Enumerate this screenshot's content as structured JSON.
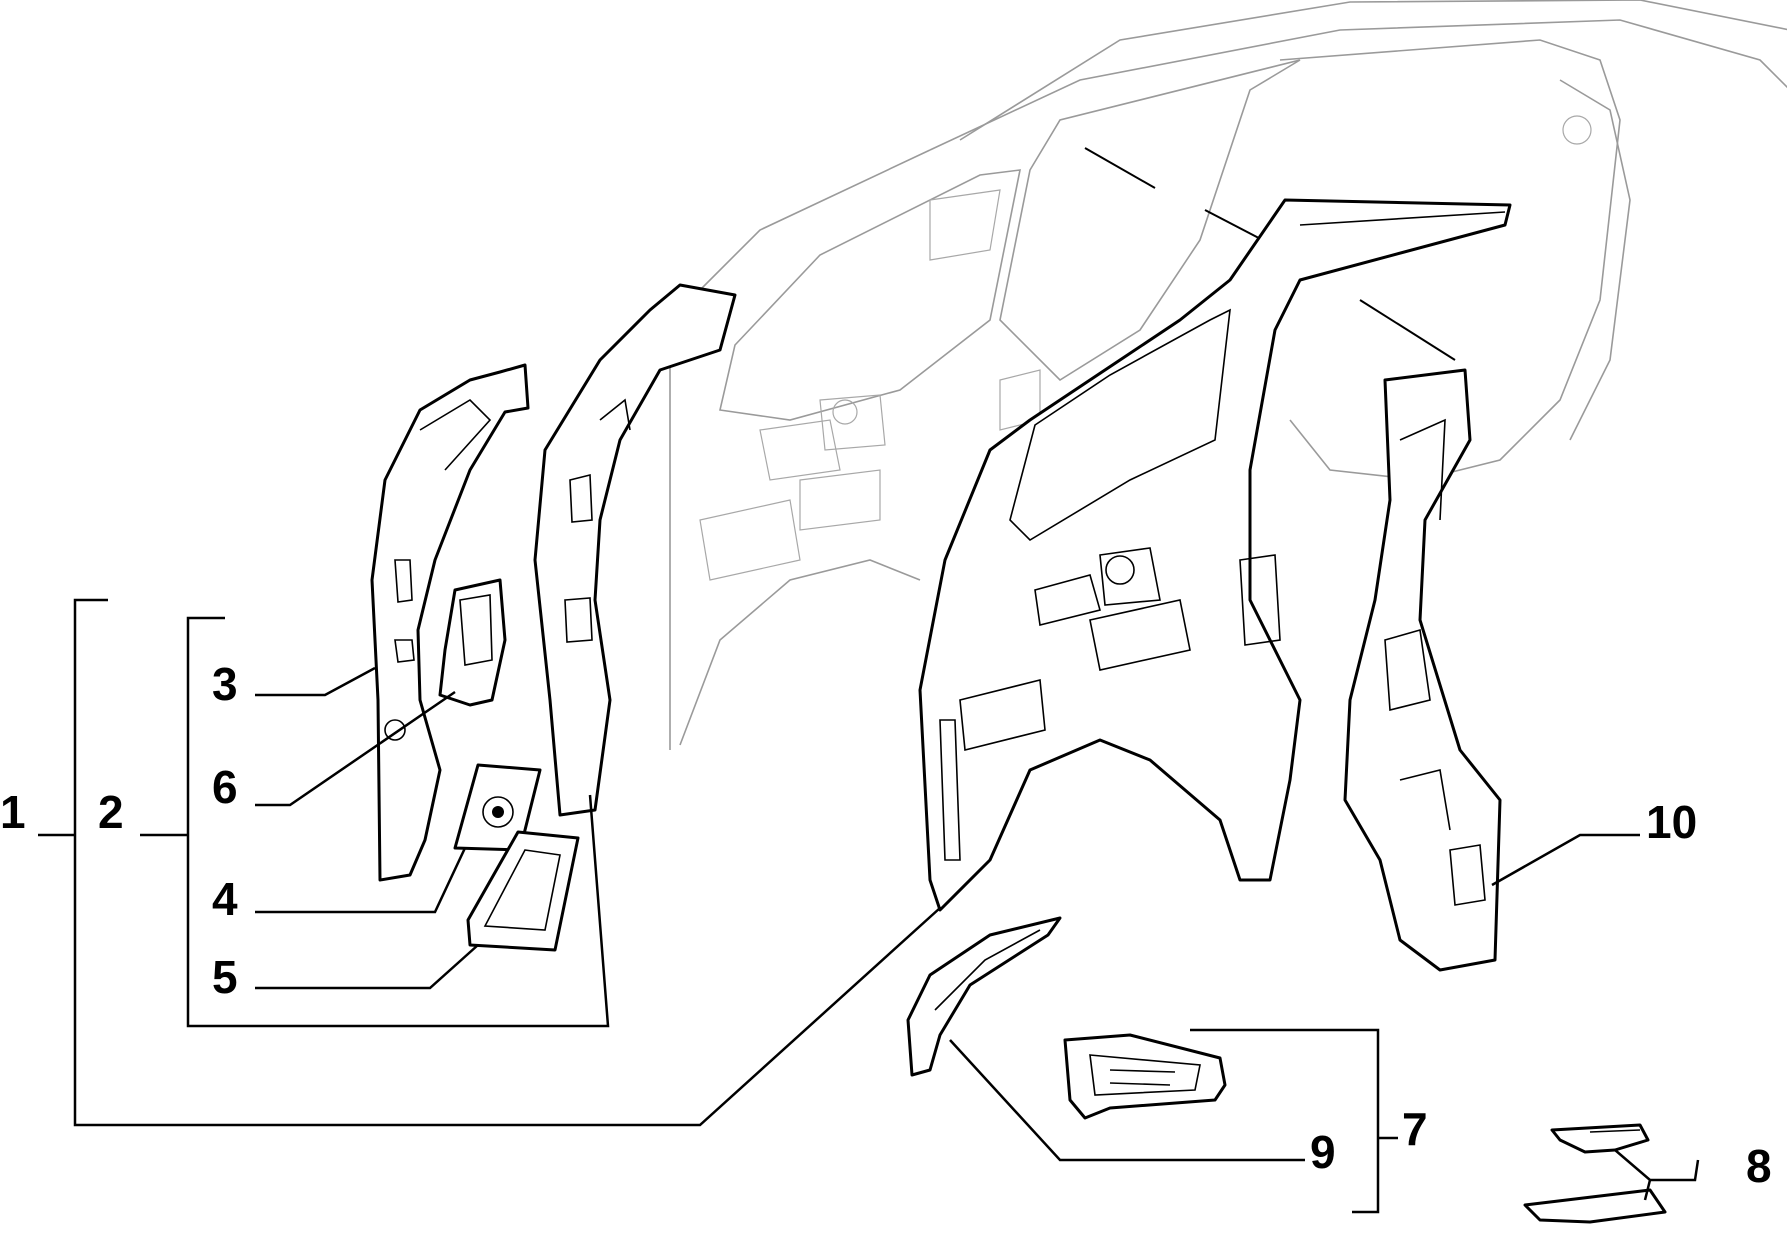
{
  "callouts": [
    {
      "id": "1",
      "label": "1"
    },
    {
      "id": "2",
      "label": "2"
    },
    {
      "id": "3",
      "label": "3"
    },
    {
      "id": "4",
      "label": "4"
    },
    {
      "id": "5",
      "label": "5"
    },
    {
      "id": "6",
      "label": "6"
    },
    {
      "id": "7",
      "label": "7"
    },
    {
      "id": "8",
      "label": "8"
    },
    {
      "id": "9",
      "label": "9"
    },
    {
      "id": "10",
      "label": "10"
    }
  ],
  "colors": {
    "background": "#ffffff",
    "line": "#000000",
    "ghost_body": "#9a9a9a"
  }
}
